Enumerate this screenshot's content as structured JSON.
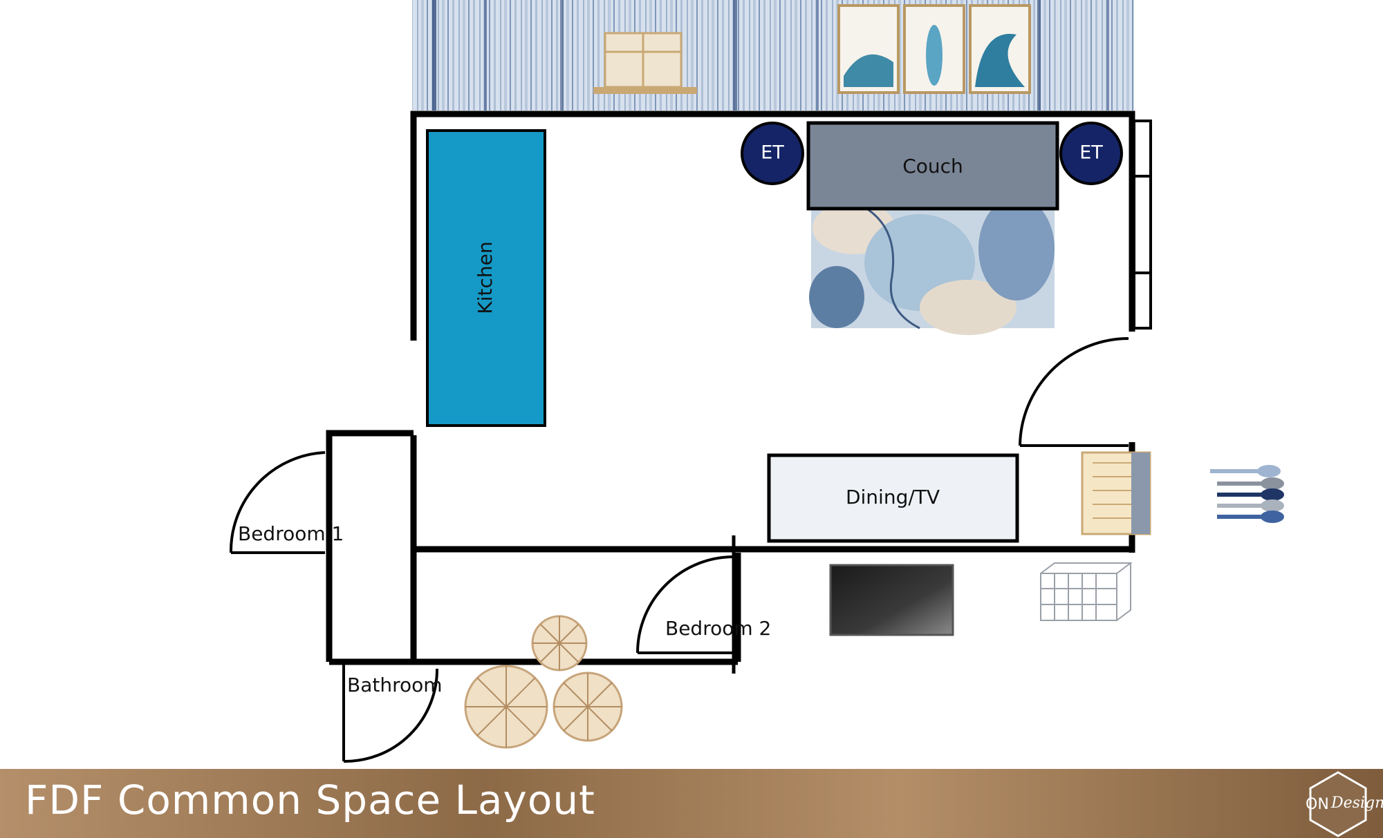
{
  "title": "FDF Common Space Layout",
  "labels": {
    "kitchen": "Kitchen",
    "couch": "Couch",
    "end_table": "ET",
    "dining_tv": "Dining/TV",
    "bedroom_1": "Bedroom 1",
    "bedroom_2": "Bedroom 2",
    "bathroom": "Bathroom"
  },
  "logo": {
    "on": "ON",
    "design": "Design"
  },
  "colors": {
    "wall": "#000000",
    "kitchen": "#1599c6",
    "couch": "#7a8596",
    "end_table": "#142466",
    "dining": "#eef2f6",
    "tv": "#2b2b2b",
    "banner": "#a37d58",
    "wallpaper": "#c9d6e6"
  }
}
